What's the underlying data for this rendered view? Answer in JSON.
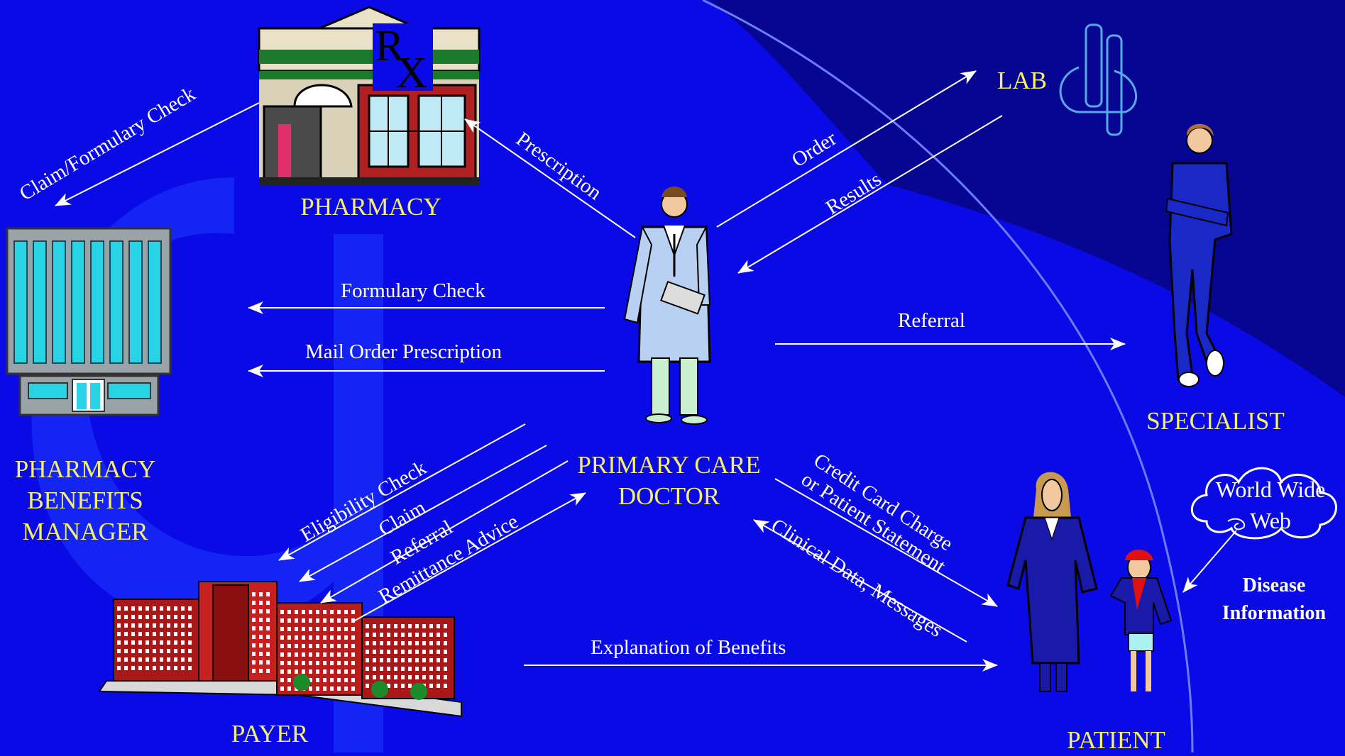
{
  "colors": {
    "background": "#0a0ae6",
    "background_dark": "#06068a",
    "node_label": "#f5ef6c",
    "edge": "#ffffff"
  },
  "nodes": {
    "pharmacy": {
      "label": "PHARMACY",
      "sign": "RX"
    },
    "lab": {
      "label": "LAB"
    },
    "specialist": {
      "label": "SPECIALIST"
    },
    "pbm": {
      "label_line1": "PHARMACY",
      "label_line2": "BENEFITS",
      "label_line3": "MANAGER"
    },
    "doctor": {
      "label_line1": "PRIMARY CARE",
      "label_line2": "DOCTOR"
    },
    "payer": {
      "label": "PAYER"
    },
    "patient": {
      "label": "PATIENT"
    },
    "web": {
      "label_line1": "World Wide",
      "label_line2": "Web"
    }
  },
  "info": {
    "line1": "Disease",
    "line2": "Information"
  },
  "edges": {
    "claim_formulary": "Claim/Formulary Check",
    "prescription": "Prescription",
    "order": "Order",
    "results": "Results",
    "formulary_check": "Formulary Check",
    "mail_order": "Mail Order Prescription",
    "referral_specialist": "Referral",
    "eligibility": "Eligibility Check",
    "claim": "Claim",
    "referral_payer": "Referral",
    "remittance": "Remittance Advice",
    "credit_card_line1": "Credit Card Charge",
    "credit_card_line2": "or Patient Statement",
    "clinical": "Clinical Data, Messages",
    "eob": "Explanation of Benefits"
  }
}
